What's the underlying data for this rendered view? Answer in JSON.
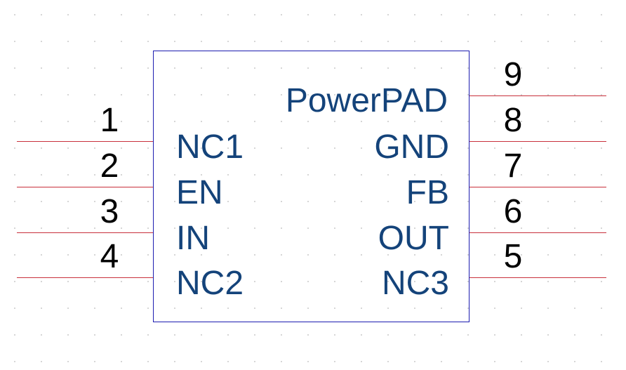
{
  "component": {
    "pad_label": "PowerPAD",
    "left_pins": [
      {
        "number": "1",
        "label": "NC1"
      },
      {
        "number": "2",
        "label": "EN"
      },
      {
        "number": "3",
        "label": "IN"
      },
      {
        "number": "4",
        "label": "NC2"
      }
    ],
    "right_pins": [
      {
        "number": "9",
        "label": ""
      },
      {
        "number": "8",
        "label": "GND"
      },
      {
        "number": "7",
        "label": "FB"
      },
      {
        "number": "6",
        "label": "OUT"
      },
      {
        "number": "5",
        "label": "NC3"
      }
    ]
  },
  "colors": {
    "body_outline": "#1c1cb0",
    "pin_line": "#c8303c",
    "label_text": "#14437a",
    "number_text": "#000000"
  }
}
